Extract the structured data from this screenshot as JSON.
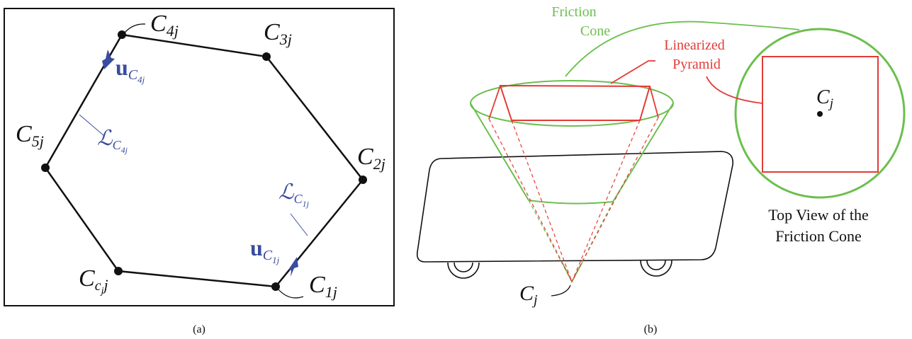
{
  "colors": {
    "ink": "#111111",
    "blue": "#3a4ca0",
    "green": "#6cbf4e",
    "red": "#e33a36"
  },
  "panel_a": {
    "caption": "(a)",
    "vertex_labels": {
      "c4j": {
        "base": "C",
        "sub": "4j"
      },
      "c3j": {
        "base": "C",
        "sub": "3j"
      },
      "c5j": {
        "base": "C",
        "sub": "5j"
      },
      "c2j": {
        "base": "C",
        "sub": "2j"
      },
      "ccj": {
        "base": "C",
        "sub": "c",
        "subsub": "j",
        "tail": "j"
      },
      "c1j": {
        "base": "C",
        "sub": "1j"
      }
    },
    "u_c4j": {
      "base": "u",
      "sub": "C",
      "subsub": "4j"
    },
    "l_c4j": {
      "base": "ℒ",
      "sub": "C",
      "subsub": "4j"
    },
    "l_c1j": {
      "base": "ℒ",
      "sub": "C",
      "subsub": "1j"
    },
    "u_c1j": {
      "base": "u",
      "sub": "C",
      "subsub": "1j"
    }
  },
  "panel_b": {
    "caption": "(b)",
    "friction_cone_label": [
      "Friction",
      "Cone"
    ],
    "pyramid_label": [
      "Linearized",
      "Pyramid"
    ],
    "top_view_label": [
      "Top View of the",
      "Friction Cone"
    ],
    "cj_label": {
      "base": "C",
      "sub": "j"
    },
    "cj_inset_label": {
      "base": "C",
      "sub": "j"
    }
  }
}
